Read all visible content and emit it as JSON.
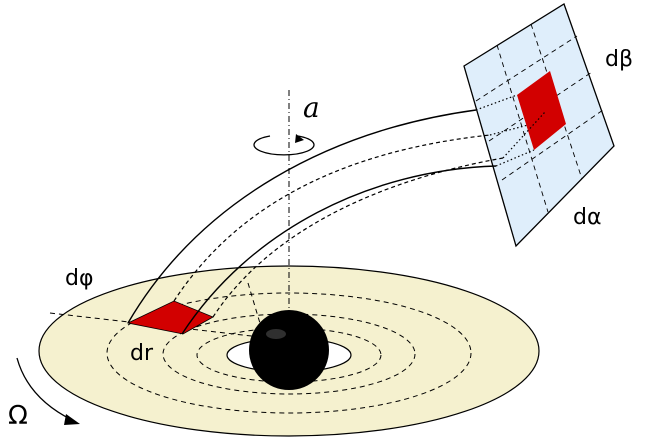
{
  "labels": {
    "spin": "a",
    "d_beta": "dβ",
    "d_alpha": "dα",
    "d_phi": "dφ",
    "dr": "dr",
    "omega": "Ω"
  },
  "colors": {
    "disk_fill": "#f5f1cf",
    "screen_fill": "#dfeefb",
    "patch_fill": "#d20000",
    "black_hole": "#000000",
    "stroke": "#000000",
    "background": "#ffffff"
  }
}
